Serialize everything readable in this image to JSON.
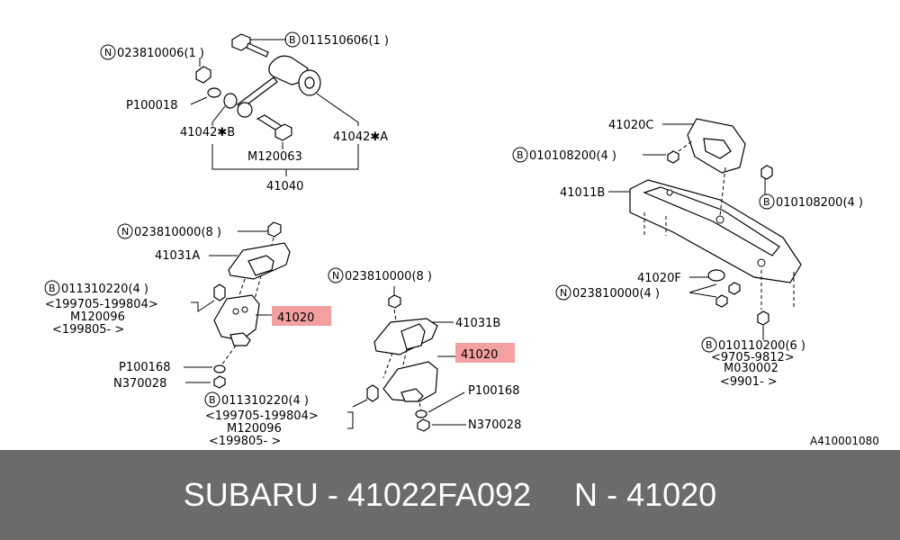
{
  "callouts": {
    "n_023810006": "023810006(1 )",
    "b_011510606": "011510606(1 )",
    "p100018": "P100018",
    "p41042b": "41042✱B",
    "p41042a": "41042✱A",
    "m120063": "M120063",
    "p41040": "41040",
    "n_023810000_left": "023810000(8 )",
    "p41031a": "41031A",
    "b_011310220_left": "011310220(4 )",
    "range_left_1": "<199705-199804>",
    "m120096_left": "M120096",
    "range_left_2": "<199805-    >",
    "hl_41020_left": "41020",
    "p100168_left": "P100168",
    "n370028_left": "N370028",
    "n_023810000_mid": "023810000(8 )",
    "p41031b": "41031B",
    "hl_41020_mid": "41020",
    "p100168_mid": "P100168",
    "n370028_mid": "N370028",
    "b_011310220_mid": "011310220(4 )",
    "range_mid_1": "<199705-199804>",
    "m120096_mid": "M120096",
    "range_mid_2": "<199805-    >",
    "p41020c": "41020C",
    "b_010108200_a": "010108200(4 )",
    "p41011b": "41011B",
    "b_010108200_b": "010108200(4 )",
    "p41020f": "41020F",
    "n_023810000_right": "023810000(4 )",
    "b_010110200": "010110200(6 )",
    "range_right_1": "<9705-9812>",
    "m030002": "M030002",
    "range_right_2": "<9901-    >",
    "ref_code": "A410001080"
  },
  "markers": {
    "n": "N",
    "b": "B"
  },
  "highlight_color": "#f08080",
  "footer": {
    "brand": "SUBARU",
    "dash1": "-",
    "part_number": "41022FA092",
    "index": "N",
    "dash2": "-",
    "ref_number": "41020"
  }
}
